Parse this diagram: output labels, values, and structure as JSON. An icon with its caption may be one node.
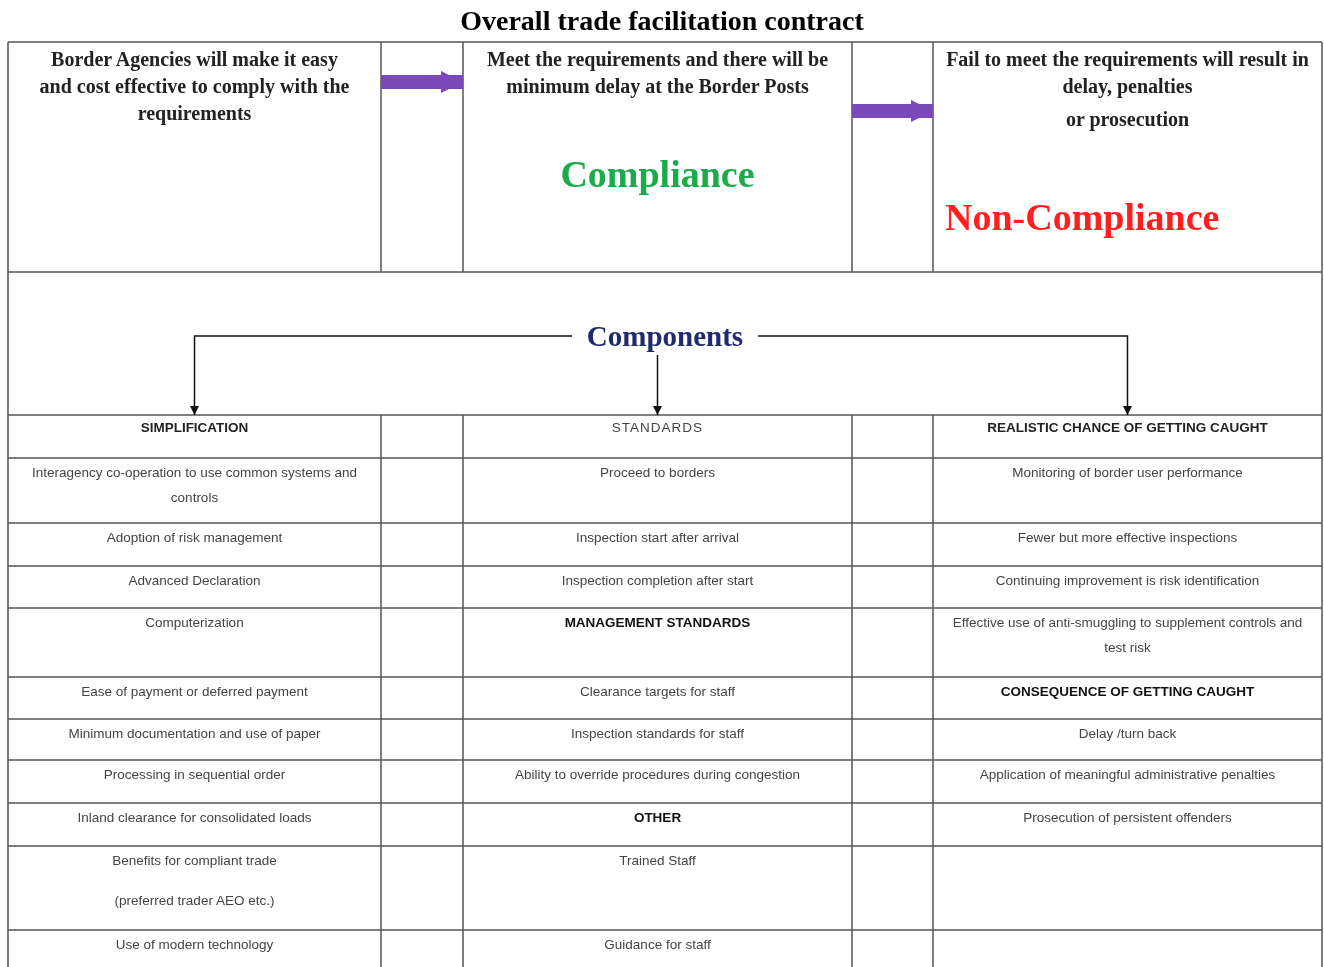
{
  "diagram": {
    "title": "Overall trade facilitation contract",
    "nodes": [
      {
        "text": [
          "Border Agencies will make it easy and cost effective to comply with the requirements"
        ]
      },
      {
        "text": [
          "Meet the requirements and there will be minimum delay at the Border Posts",
          "Compliance"
        ]
      },
      {
        "text": [
          "Fail to meet the requirements will result in delay, penalties",
          "or prosecution",
          "Non-Compliance"
        ]
      },
      {
        "text": [
          "Components"
        ]
      },
      {
        "text": [
          "SIMPLIFICATION"
        ]
      },
      {
        "text": [
          "STANDARDS"
        ]
      },
      {
        "text": [
          "REALISTIC CHANCE OF GETTING CAUGHT"
        ]
      }
    ],
    "edges": [
      {
        "from": 0,
        "to": 1,
        "arrow": "to",
        "style": "thick",
        "color": "#7a48b8"
      },
      {
        "from": 1,
        "to": 2,
        "arrow": "to",
        "style": "thick",
        "color": "#7a48b8"
      },
      {
        "from": 3,
        "to": 4,
        "arrow": "to"
      },
      {
        "from": 3,
        "to": 5,
        "arrow": "to"
      },
      {
        "from": 3,
        "to": 6,
        "arrow": "to"
      }
    ],
    "labels": [
      "Interagency co-operation to use common systems and controls",
      "Proceed to borders",
      "Monitoring of border user performance",
      "Adoption of risk management",
      "Inspection start after arrival",
      "Fewer but more effective inspections",
      "Advanced Declaration",
      "Inspection completion after start",
      "Continuing improvement is risk identification",
      "Computerization",
      "MANAGEMENT STANDARDS",
      "Effective use of anti-smuggling to supplement controls and test risk",
      "Ease of payment or deferred payment",
      "Clearance targets for staff",
      "CONSEQUENCE OF GETTING CAUGHT",
      "Minimum documentation and use of paper",
      "Inspection standards for staff",
      "Delay /turn back",
      "Processing in sequential order",
      "Ability to override procedures during congestion",
      "Application of meaningful administrative penalties",
      "Inland clearance for consolidated loads",
      "OTHER",
      "Prosecution of persistent offenders",
      "Benefits for compliant trade",
      "(preferred trader AEO etc.)",
      "Trained Staff",
      "Use of modern technology",
      "Guidance for staff"
    ]
  }
}
